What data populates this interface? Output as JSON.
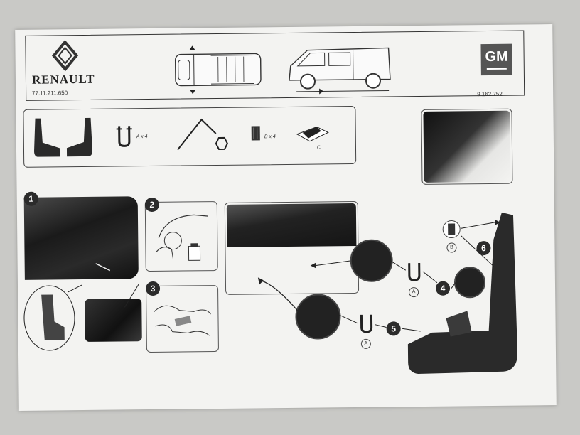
{
  "header": {
    "brand": "RENAULT",
    "ref_left": "77.11.211.650",
    "gm_logo": "GM",
    "ref_right": "9 162 752"
  },
  "parts": {
    "label_a": "A x 4",
    "label_b": "B x 4",
    "label_c": "C"
  },
  "steps": {
    "s1": "1",
    "s2": "2",
    "s3": "3",
    "s4": "4",
    "s5": "5",
    "s6": "6"
  },
  "callouts": {
    "a1": "A",
    "a2": "A",
    "b1": "B"
  },
  "icons": [
    "renault-diamond-logo",
    "gm-logo",
    "van-top-view",
    "van-side-view",
    "mudflap-pair",
    "clip-a",
    "wire-tool",
    "fastener-b",
    "sheet-c",
    "arrow"
  ]
}
